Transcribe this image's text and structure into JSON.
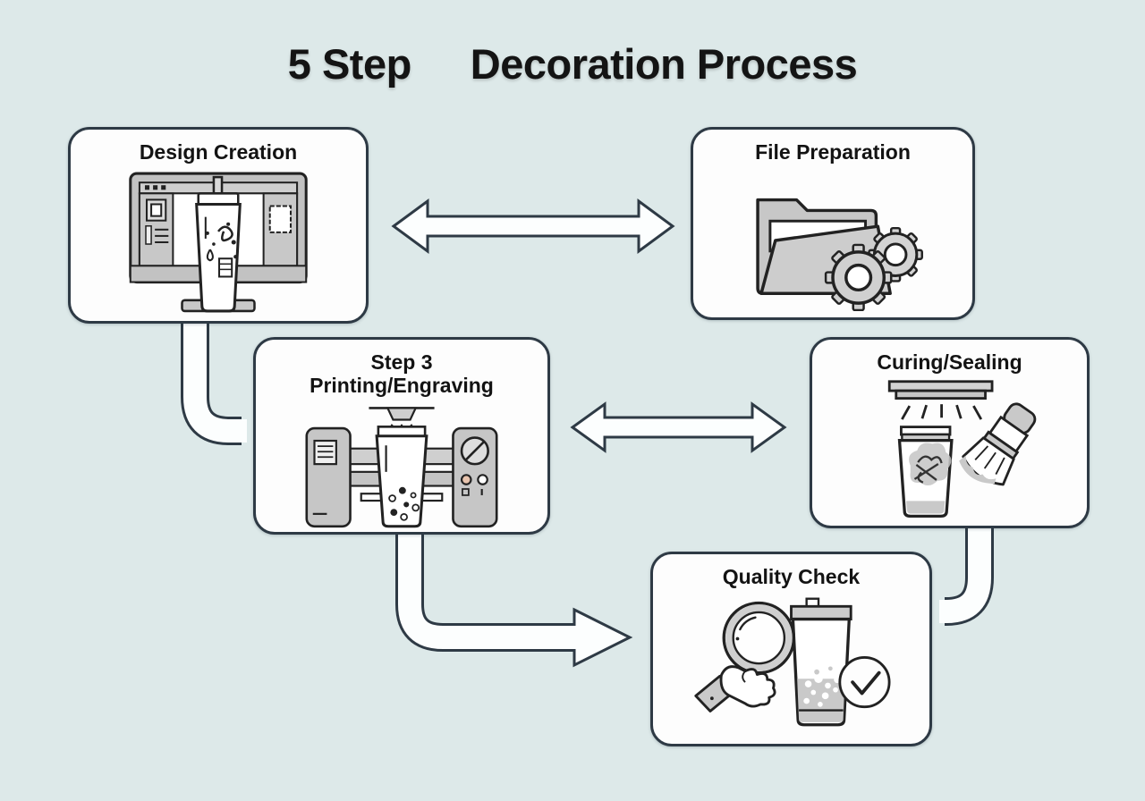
{
  "title": {
    "step_count": "5 Step",
    "main": "Decoration Process"
  },
  "boxes": [
    {
      "key": "design-creation",
      "title": "Design Creation",
      "icon": "monitor-with-tumbler-design-icon"
    },
    {
      "key": "file-preparation",
      "title": "File Preparation",
      "icon": "folder-with-gears-icon"
    },
    {
      "key": "printing-engraving",
      "title_line1": "Step 3",
      "title_line2": "Printing/Engraving",
      "icon": "printer-engraver-machine-icon"
    },
    {
      "key": "curing-sealing",
      "title": "Curing/Sealing",
      "icon": "uv-lamp-tumbler-brush-icon"
    },
    {
      "key": "quality-check",
      "title": "Quality Check",
      "icon": "magnifier-hand-checkmark-icon"
    }
  ],
  "connectors": {
    "design_file_arrow": "double-headed-arrow",
    "printing_curing_arrow": "double-headed-arrow",
    "design_to_printing": "elbow-pipe-down-right",
    "printing_to_quality": "elbow-pipe-with-arrowhead",
    "curing_to_quality": "elbow-pipe-down-left"
  },
  "colors": {
    "background": "#dde9e9",
    "node_fill": "#fdfdfd",
    "node_border": "#2e3a45",
    "title_text": "#141414",
    "node_title_text": "#131313",
    "icon_grey": "#c9c9c9",
    "icon_outline": "#222222",
    "connector_fill": "#fcfefe",
    "button_accent": "#e8c4ae"
  }
}
